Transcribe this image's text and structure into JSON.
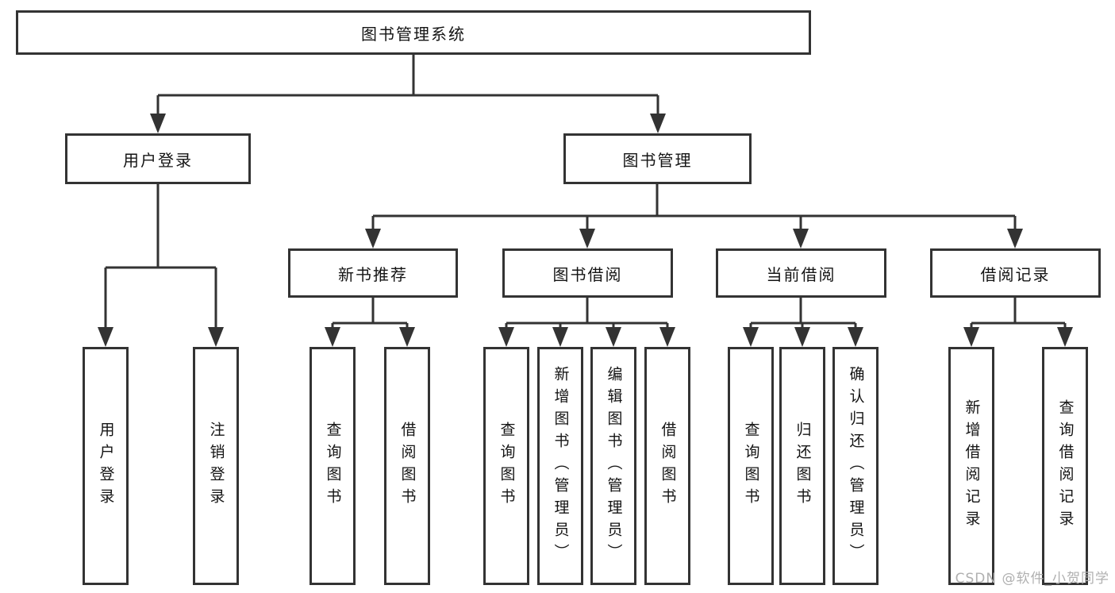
{
  "colors": {
    "line": "#333333",
    "box_border": "#333333",
    "text": "#141414",
    "watermark": "#b0b0b0",
    "background": "#ffffff"
  },
  "watermark": "CSDN @软件_小贺同学",
  "tree": {
    "label": "图书管理系统",
    "children": [
      {
        "label": "用户登录",
        "children": [
          {
            "label": "用户登录"
          },
          {
            "label": "注销登录"
          }
        ]
      },
      {
        "label": "图书管理",
        "children": [
          {
            "label": "新书推荐",
            "children": [
              {
                "label": "查询图书"
              },
              {
                "label": "借阅图书"
              }
            ]
          },
          {
            "label": "图书借阅",
            "children": [
              {
                "label": "查询图书"
              },
              {
                "label": "新增图书（管理员）"
              },
              {
                "label": "编辑图书（管理员）"
              },
              {
                "label": "借阅图书"
              }
            ]
          },
          {
            "label": "当前借阅",
            "children": [
              {
                "label": "查询图书"
              },
              {
                "label": "归还图书"
              },
              {
                "label": "确认归还（管理员）"
              }
            ]
          },
          {
            "label": "借阅记录",
            "children": [
              {
                "label": "新增借阅记录"
              },
              {
                "label": "查询借阅记录"
              }
            ]
          }
        ]
      }
    ]
  }
}
